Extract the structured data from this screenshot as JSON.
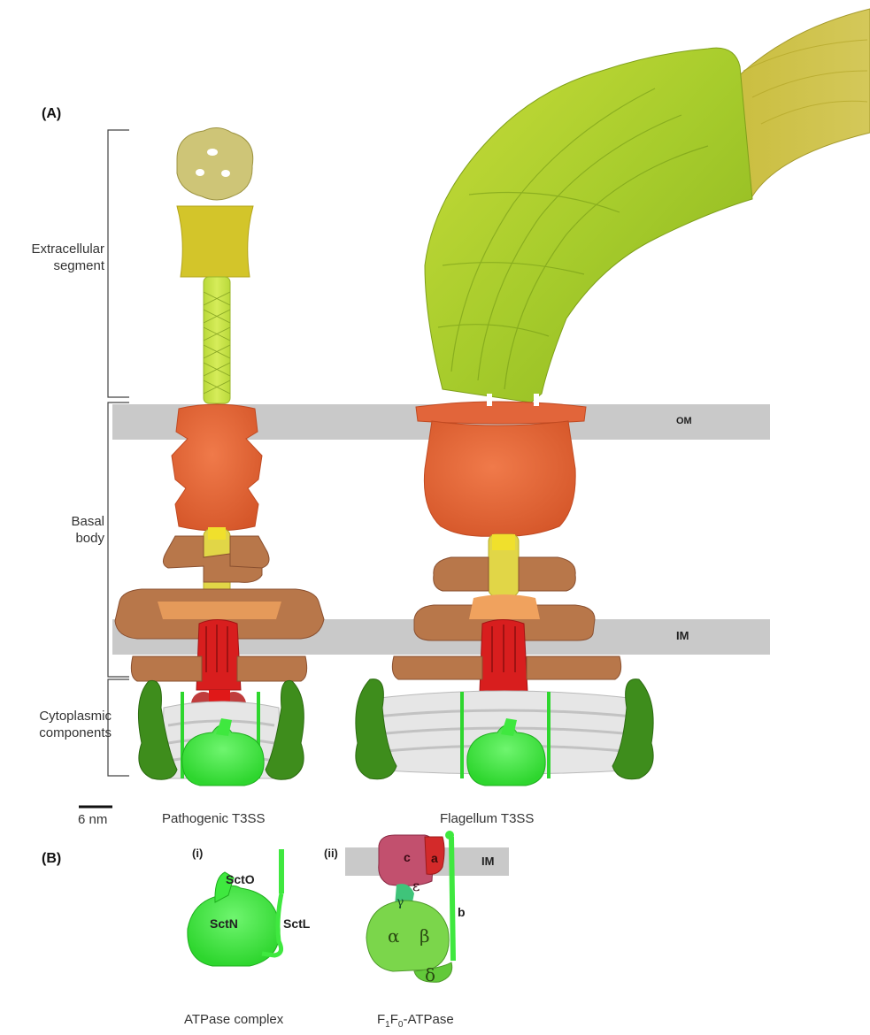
{
  "panel_a": {
    "label": "(A)",
    "segments": {
      "extracellular": [
        "Extracellular",
        "segment"
      ],
      "basal": [
        "Basal",
        "body"
      ],
      "cytoplasmic": [
        "Cytoplasmic",
        "components"
      ]
    },
    "membranes": {
      "outer": "OM",
      "inner": "IM"
    },
    "scale_bar": "6 nm",
    "captions": {
      "pathogenic": "Pathogenic T3SS",
      "flagellum": "Flagellum T3SS"
    }
  },
  "panel_b": {
    "label": "(B)",
    "sub_i": {
      "label": "(i)",
      "proteins": {
        "o": "SctO",
        "n": "SctN",
        "l": "SctL"
      },
      "caption": "ATPase complex"
    },
    "sub_ii": {
      "label": "(ii)",
      "membrane": "IM",
      "subunits": {
        "c": "c",
        "a": "a",
        "b": "b",
        "epsilon": "ε",
        "gamma": "γ",
        "alpha": "α",
        "beta": "β",
        "delta": "δ"
      },
      "caption": {
        "f": "F",
        "s1": "1",
        "f0": "F",
        "s0": "0",
        "rest": "-ATPase"
      }
    }
  },
  "colors": {
    "membrane": "#c9c9c9",
    "secretin": "#e2653a",
    "rings": "#b8774a",
    "inner_rod": "#e3d84a",
    "export_apparatus": "#d81e1e",
    "atpase": "#3fe83f",
    "pods": "#3e8d1c",
    "filament": "#a8cf2e",
    "tip": "#c9c36a",
    "f0_c": "#c2506e"
  }
}
